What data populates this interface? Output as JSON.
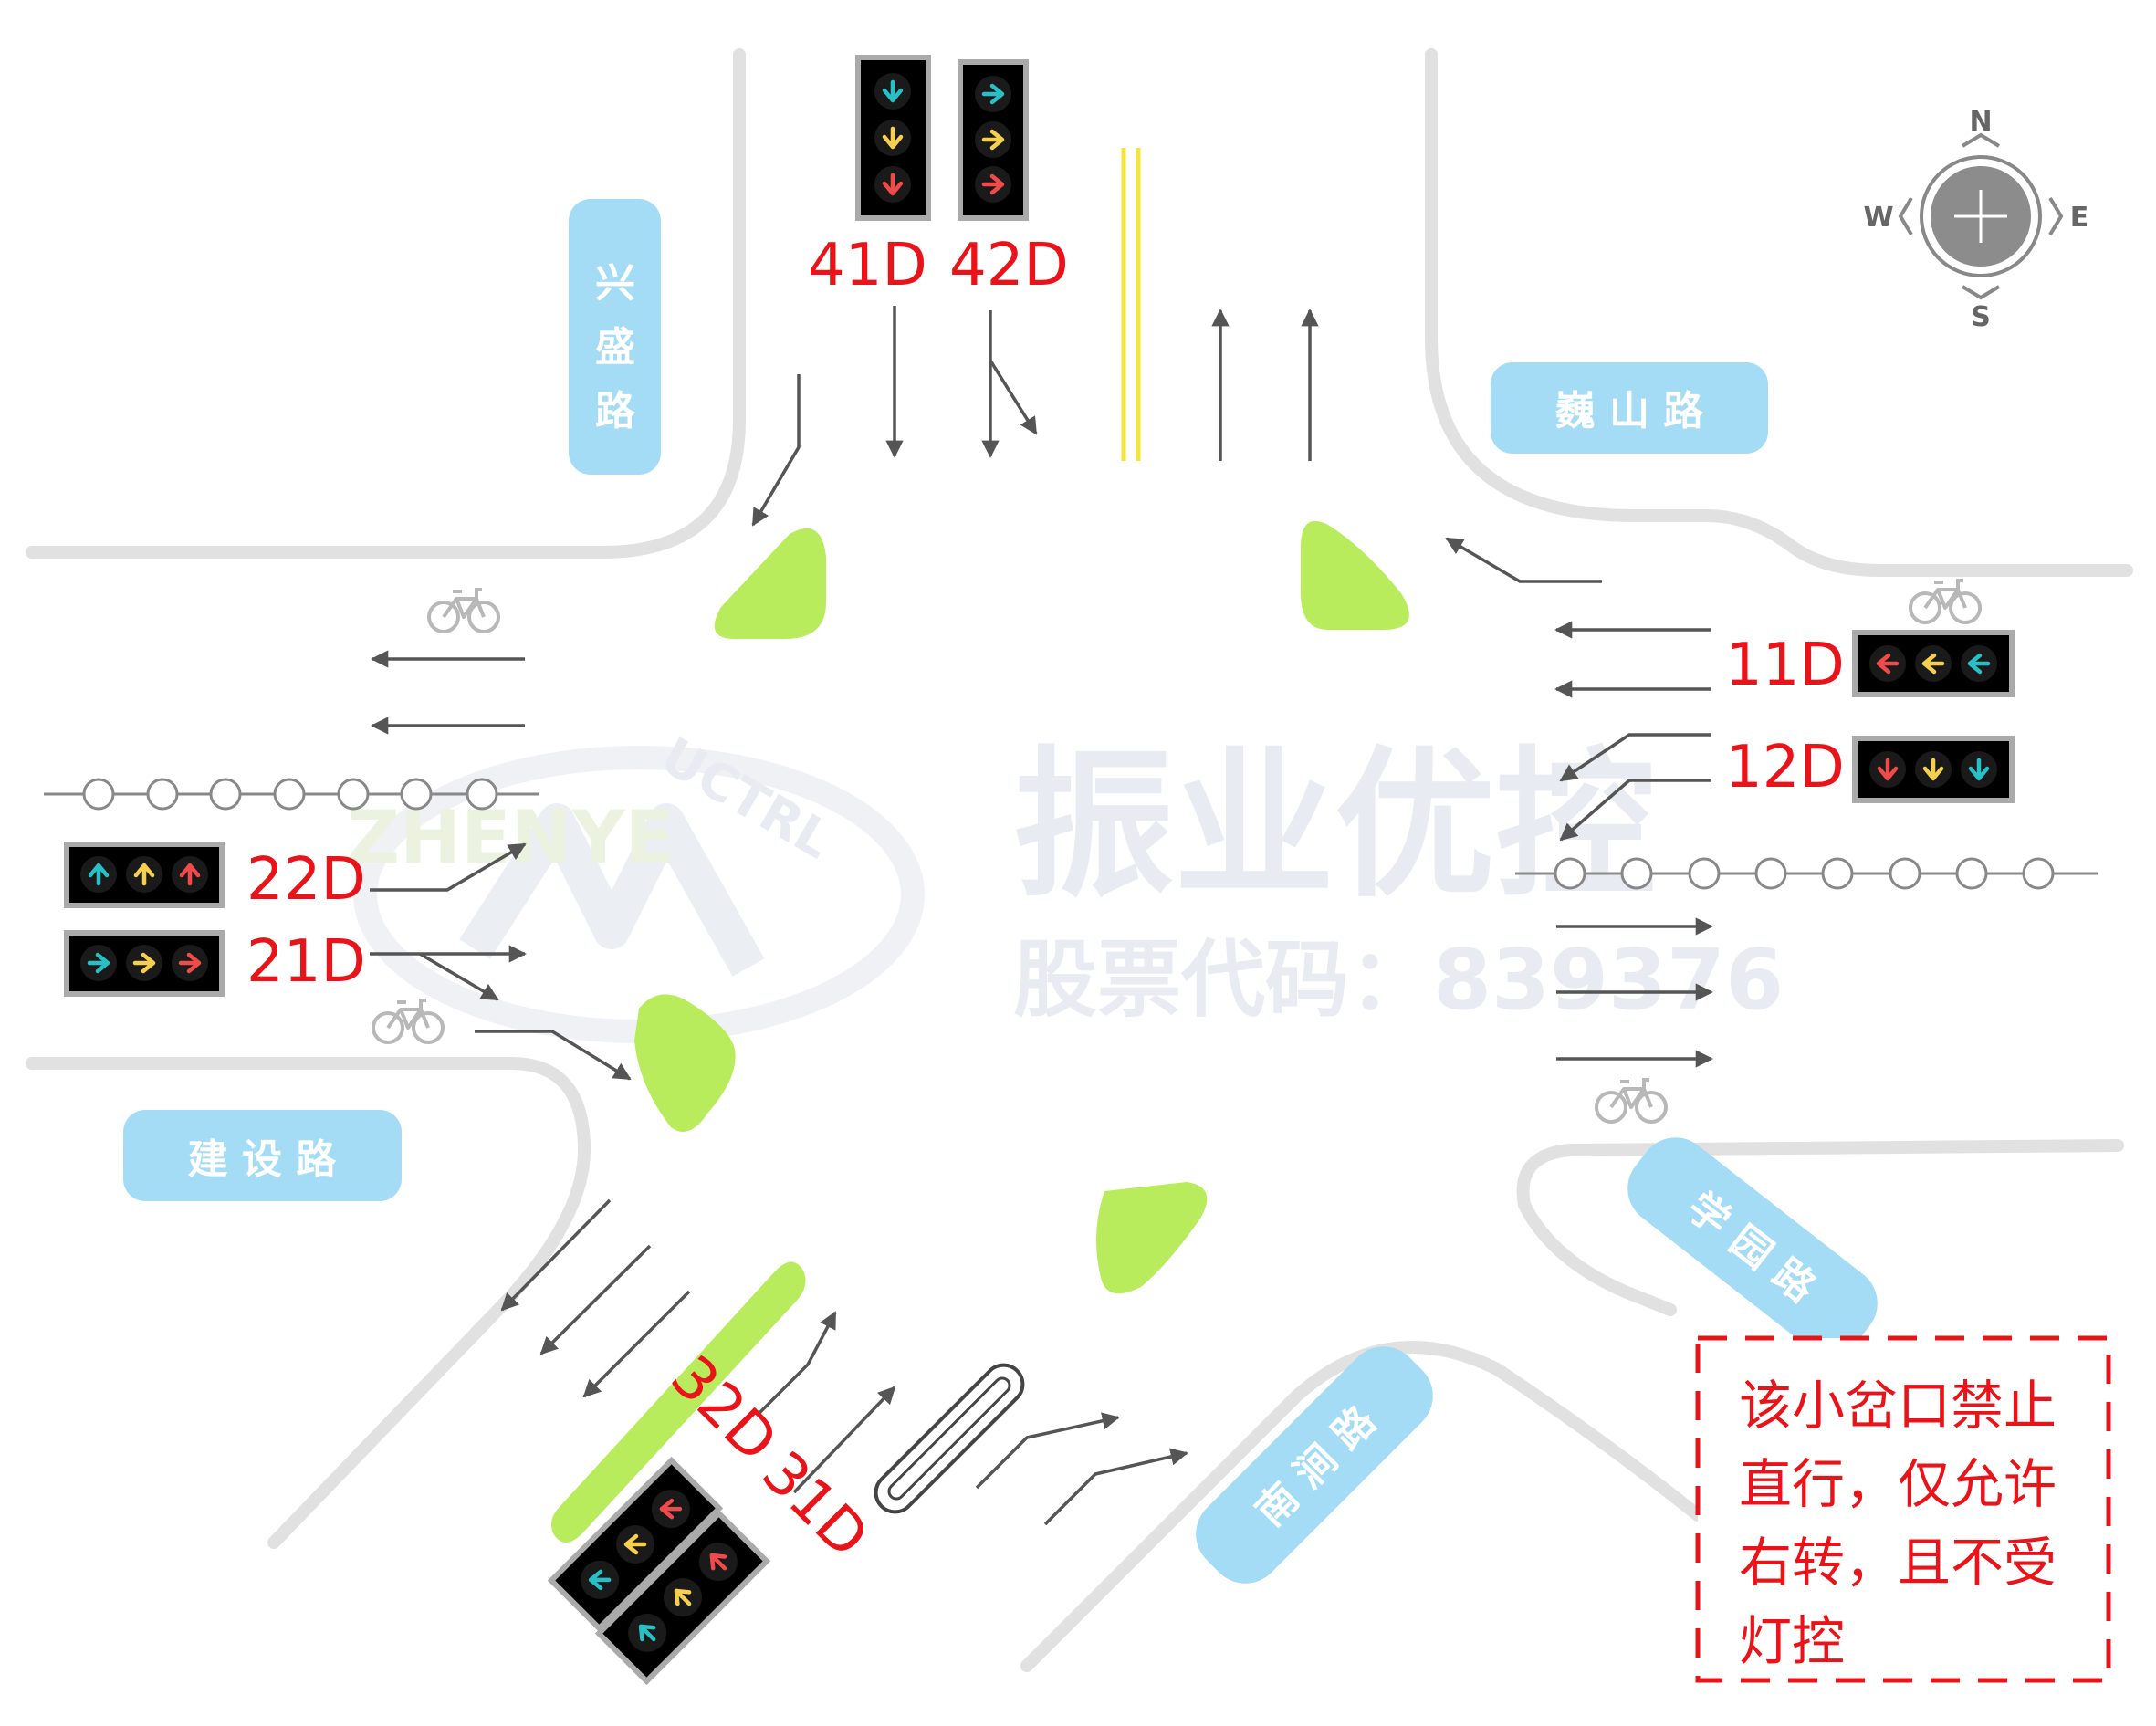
{
  "roads": {
    "north": "兴\n盛\n路",
    "east": "巍 山 路",
    "west": "建 设 路",
    "southwest": "南 涧 路",
    "southeast": "学 园 路"
  },
  "signals": {
    "s41": "41D",
    "s42": "42D",
    "s11": "11D",
    "s12": "12D",
    "s22": "22D",
    "s21": "21D",
    "s32": "32D",
    "s31": "31D"
  },
  "compass": {
    "n": "N",
    "s": "S",
    "e": "E",
    "w": "W"
  },
  "watermark": {
    "brand": "振业优控",
    "stock": "股票代码：839376",
    "logo_text": "ZHENYE",
    "logo_sub": "UCTRL"
  },
  "note": {
    "lines": [
      "该小岔口禁止",
      "直行，仅允许",
      "右转，且不受",
      "灯控"
    ]
  },
  "colors": {
    "road_edge": "#e1e1e1",
    "island": "#b8ec5c",
    "label_bg": "#a3dcf4",
    "arrow": "#555555",
    "red": "#e8141a",
    "signal_red": "#f04a4a",
    "signal_yellow": "#f6d04d",
    "signal_green": "#27c0c7",
    "center_line": "#f5e53b"
  }
}
